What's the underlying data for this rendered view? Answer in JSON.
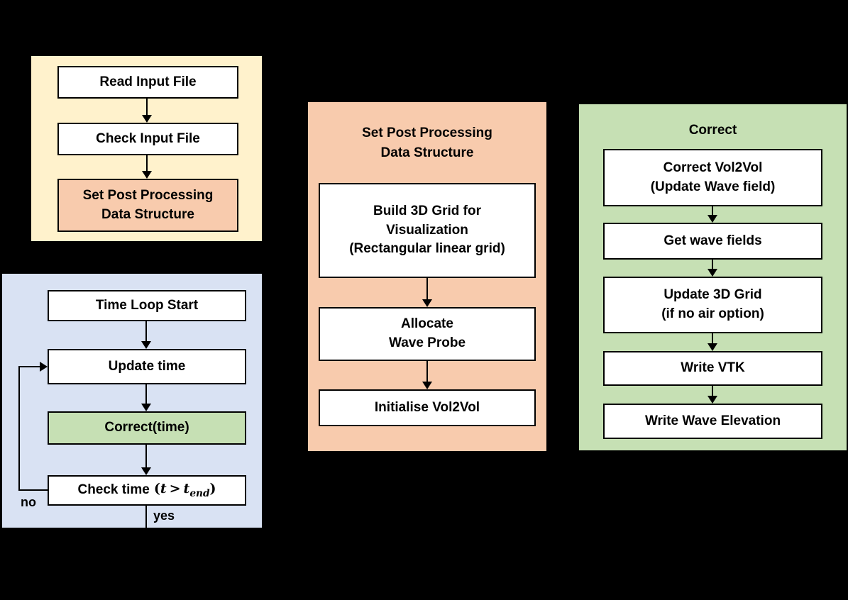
{
  "colors": {
    "background": "#000000",
    "panel_yellow": "#FFF2CC",
    "panel_blue": "#D9E2F3",
    "panel_orange": "#F8CBAD",
    "panel_green": "#C6E0B4",
    "box_white": "#FFFFFF",
    "line": "#000000"
  },
  "panels": {
    "init": {
      "boxes": {
        "read": "Read Input File",
        "check": "Check Input File",
        "set_post": "Set Post Processing\nData Structure"
      }
    },
    "time_loop": {
      "boxes": {
        "start": "Time Loop Start",
        "update": "Update time",
        "correct": "Correct(time)",
        "check_prefix": "Check time"
      },
      "check_math": {
        "open": "(",
        "t1": "t",
        "op": ">",
        "t2": "t",
        "sub": "end",
        "close": ")"
      },
      "branch": {
        "no": "no",
        "yes": "yes"
      }
    },
    "set_post": {
      "title": "Set Post Processing\nData Structure",
      "boxes": {
        "build_grid": "Build 3D Grid for\nVisualization\n(Rectangular linear grid)",
        "allocate": "Allocate\nWave Probe",
        "initialise": "Initialise Vol2Vol"
      }
    },
    "correct": {
      "title": "Correct",
      "boxes": {
        "correct_vol2vol": "Correct Vol2Vol\n(Update Wave field)",
        "get_wave": "Get wave fields",
        "update_grid": "Update 3D Grid\n(if no air option)",
        "write_vtk": "Write VTK",
        "write_wave": "Write Wave Elevation"
      }
    }
  }
}
